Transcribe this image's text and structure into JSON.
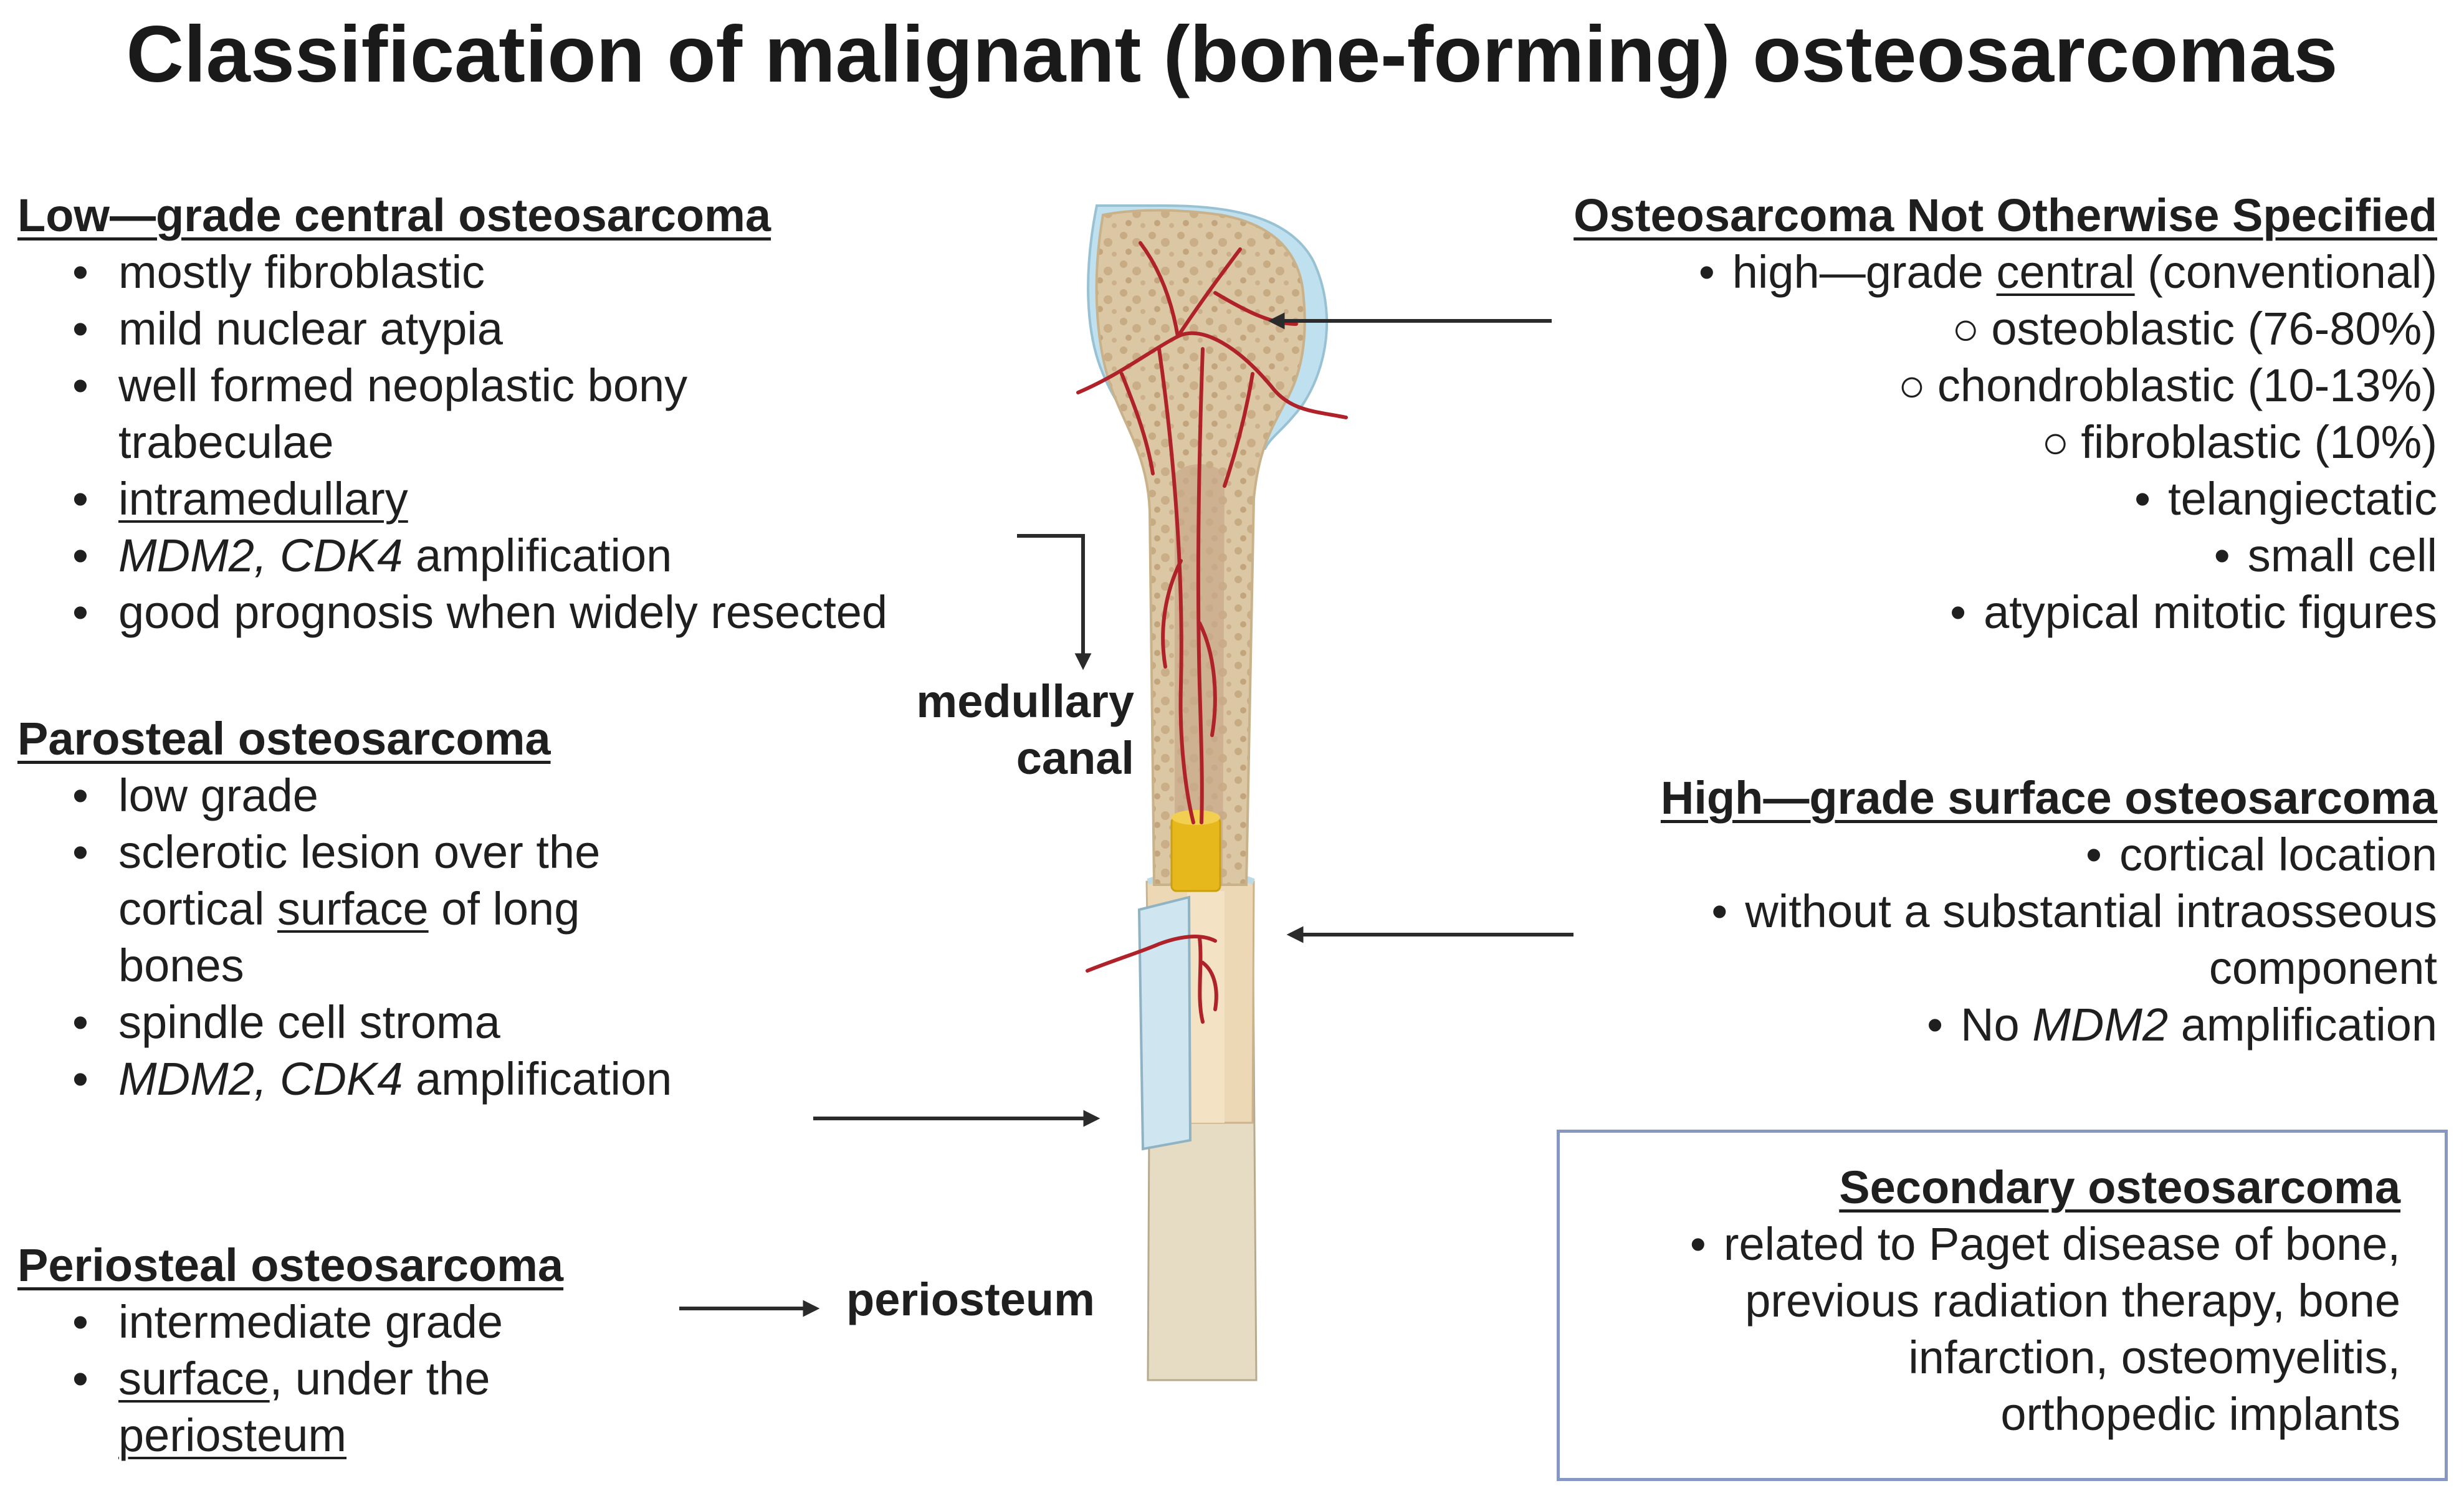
{
  "title": "Classification of malignant (bone-forming) osteosarcomas",
  "low_grade": {
    "heading": "Low—grade central osteosarcoma",
    "items": [
      "mostly fibroblastic",
      "mild nuclear atypia",
      "well formed neoplastic bony",
      "trabeculae",
      "intramedullary",
      "MDM2, CDK4",
      " amplification",
      "good prognosis when widely resected"
    ]
  },
  "parosteal": {
    "heading": "Parosteal osteosarcoma",
    "items": [
      "low grade",
      "sclerotic lesion over the",
      "cortical ",
      "surface",
      " of long",
      "bones",
      "spindle cell stroma",
      "MDM2, CDK4",
      " amplification"
    ]
  },
  "periosteal": {
    "heading": "Periosteal osteosarcoma",
    "items": [
      "intermediate grade",
      "surface",
      ", under the",
      "periosteum"
    ]
  },
  "nos": {
    "heading": "Osteosarcoma Not Otherwise Specified",
    "items": [
      "high—grade ",
      "central",
      " (conventional)",
      "osteoblastic (76-80%)",
      "chondroblastic (10-13%)",
      "fibroblastic (10%)",
      "telangiectatic",
      "small cell",
      "atypical mitotic figures"
    ]
  },
  "high_surface": {
    "heading": "High—grade surface osteosarcoma",
    "items": [
      "cortical location",
      "without a substantial intraosseous",
      "component",
      "No ",
      "MDM2",
      " amplification"
    ]
  },
  "secondary": {
    "heading": "Secondary osteosarcoma",
    "items": [
      "related to Paget disease of bone,",
      "previous radiation therapy, bone",
      "infarction, osteomyelitis,",
      "orthopedic implants"
    ]
  },
  "labels": {
    "medullary_1": "medullary",
    "medullary_2": "canal",
    "periosteum": "periosteum"
  },
  "colors": {
    "bone": "#dcc7a4",
    "cartilage": "#bfe0ef",
    "marrow": "#c9a98a",
    "vessel": "#b0222a",
    "shaft": "#e6dcc4",
    "periosteum": "#cfe6f0",
    "tumor": "#e7b81c",
    "arrow": "#2b2b2b",
    "box_border": "#8597c2"
  }
}
